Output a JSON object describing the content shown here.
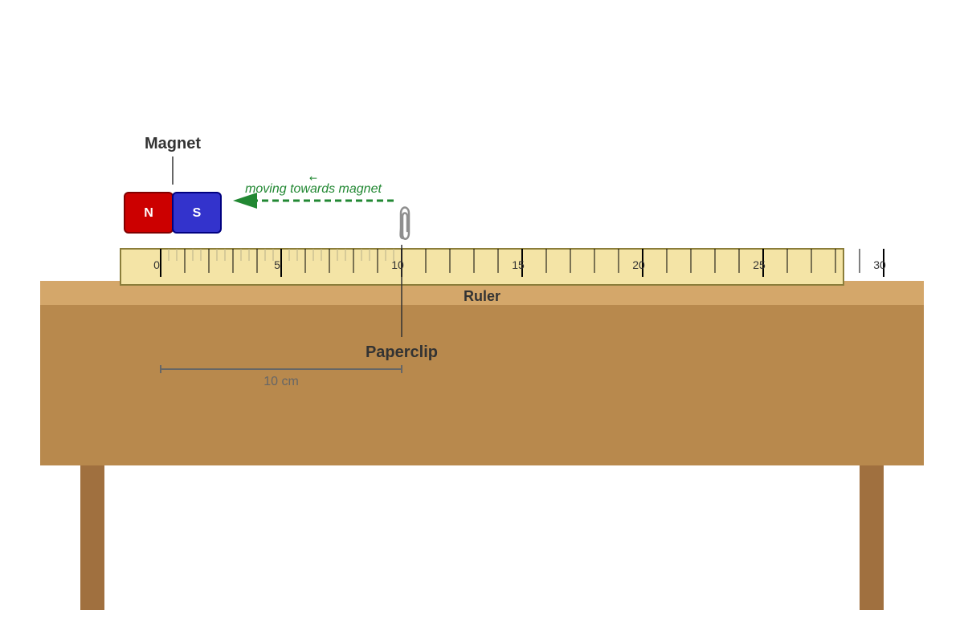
{
  "labels": {
    "magnet": "Magnet",
    "paperclip": "Paperclip",
    "ruler": "Ruler",
    "motion": "moving towards magnet",
    "motion_arrow_glyph": "←",
    "distance": "10 cm"
  },
  "magnet": {
    "north": "N",
    "south": "S",
    "north_color": "#cc0000",
    "south_color": "#3333cc"
  },
  "ruler": {
    "tick_labels": [
      "0",
      "5",
      "10",
      "15",
      "20",
      "25",
      "30"
    ],
    "color": "#f4e4a6"
  },
  "table": {
    "top_color": "#d4a76a",
    "body_color": "#b8894d",
    "leg_color": "#a0703f"
  },
  "motion_color": "#228833"
}
